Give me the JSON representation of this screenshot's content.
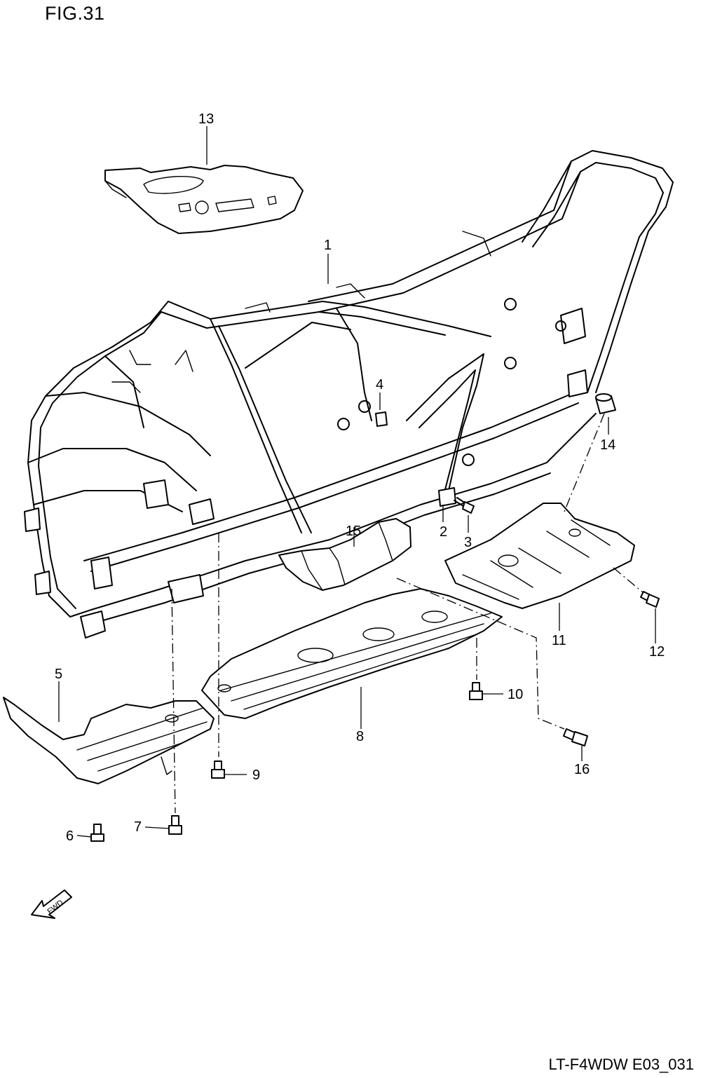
{
  "figure": {
    "title": "FIG.31",
    "drawing_code": "LT-F4WDW E03_031",
    "fwd_arrow_text": "FWD"
  },
  "parts": [
    {
      "id": "1",
      "label": "1"
    },
    {
      "id": "2",
      "label": "2"
    },
    {
      "id": "3",
      "label": "3"
    },
    {
      "id": "4",
      "label": "4"
    },
    {
      "id": "5",
      "label": "5"
    },
    {
      "id": "6",
      "label": "6"
    },
    {
      "id": "7",
      "label": "7"
    },
    {
      "id": "8",
      "label": "8"
    },
    {
      "id": "9",
      "label": "9"
    },
    {
      "id": "10",
      "label": "10"
    },
    {
      "id": "11",
      "label": "11"
    },
    {
      "id": "12",
      "label": "12"
    },
    {
      "id": "13",
      "label": "13"
    },
    {
      "id": "14",
      "label": "14"
    },
    {
      "id": "15",
      "label": "15"
    },
    {
      "id": "16",
      "label": "16"
    }
  ]
}
